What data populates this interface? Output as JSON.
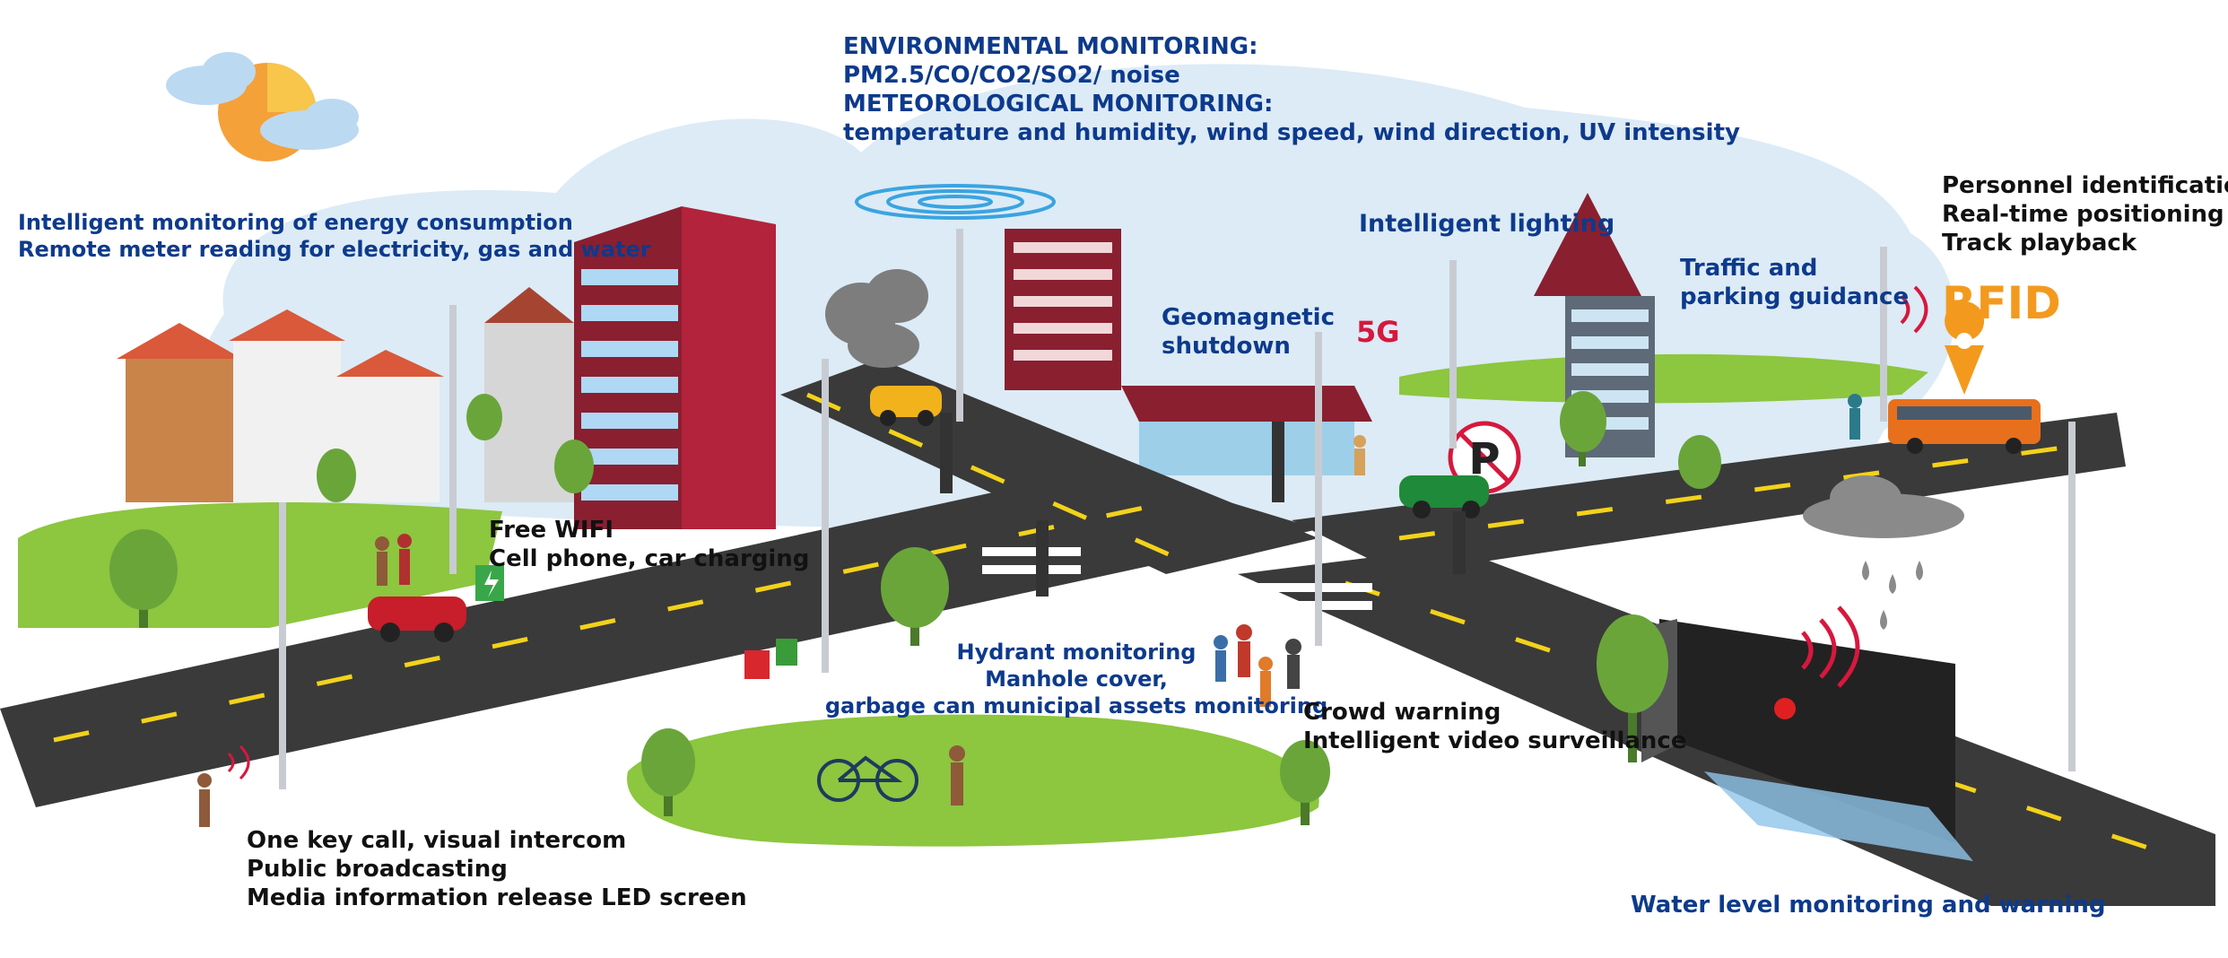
{
  "labels": {
    "environmental": [
      "ENVIRONMENTAL MONITORING:",
      "PM2.5/CO/CO2/SO2/ noise",
      "METEOROLOGICAL MONITORING:",
      "temperature and humidity, wind speed, wind direction, UV intensity"
    ],
    "energy": [
      "Intelligent monitoring of energy consumption",
      "Remote meter reading for electricity, gas and water"
    ],
    "lighting": "Intelligent lighting",
    "personnel": [
      "Personnel identification",
      "Real-time positioning",
      "Track playback"
    ],
    "rfid": "RFID",
    "traffic": [
      "Traffic and",
      "parking guidance"
    ],
    "geomagnetic": [
      "Geomagnetic",
      "shutdown"
    ],
    "fiveg": "5G",
    "wifi": [
      "Free WIFI",
      "Cell phone, car charging"
    ],
    "hydrant": [
      "Hydrant monitoring",
      "Manhole cover,",
      "garbage can municipal assets monitoring"
    ],
    "crowd": [
      "Crowd warning",
      "Intelligent video surveillance"
    ],
    "onekey": [
      "One key call, visual intercom",
      "Public broadcasting",
      "Media information release LED screen"
    ],
    "water": "Water level monitoring and warning",
    "parking_sign": "P"
  },
  "colors": {
    "label_blue": "#0d3a8c",
    "label_dark": "#111111",
    "rfid_orange": "#f39a1e",
    "fiveg_red": "#d6183d",
    "sky": "#dcebf6",
    "grass": "#8dc63f",
    "road": "#3a3a3a",
    "road_marking": "#f3d21a"
  }
}
